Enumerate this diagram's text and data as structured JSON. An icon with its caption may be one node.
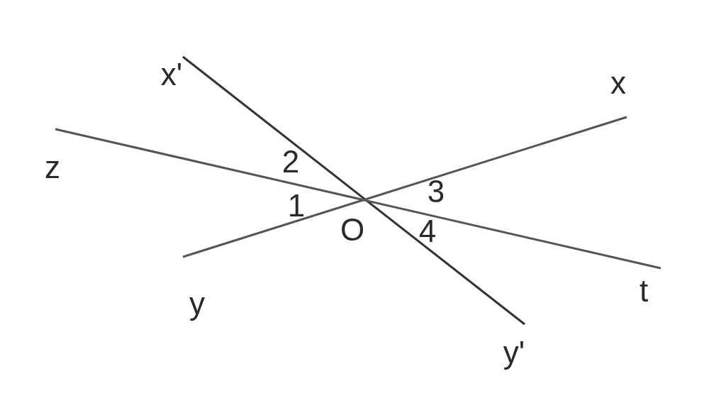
{
  "diagram": {
    "labels": [
      "x'",
      "x",
      "z",
      "2",
      "3",
      "1",
      "O",
      "4",
      "t",
      "y",
      "y'"
    ]
  }
}
